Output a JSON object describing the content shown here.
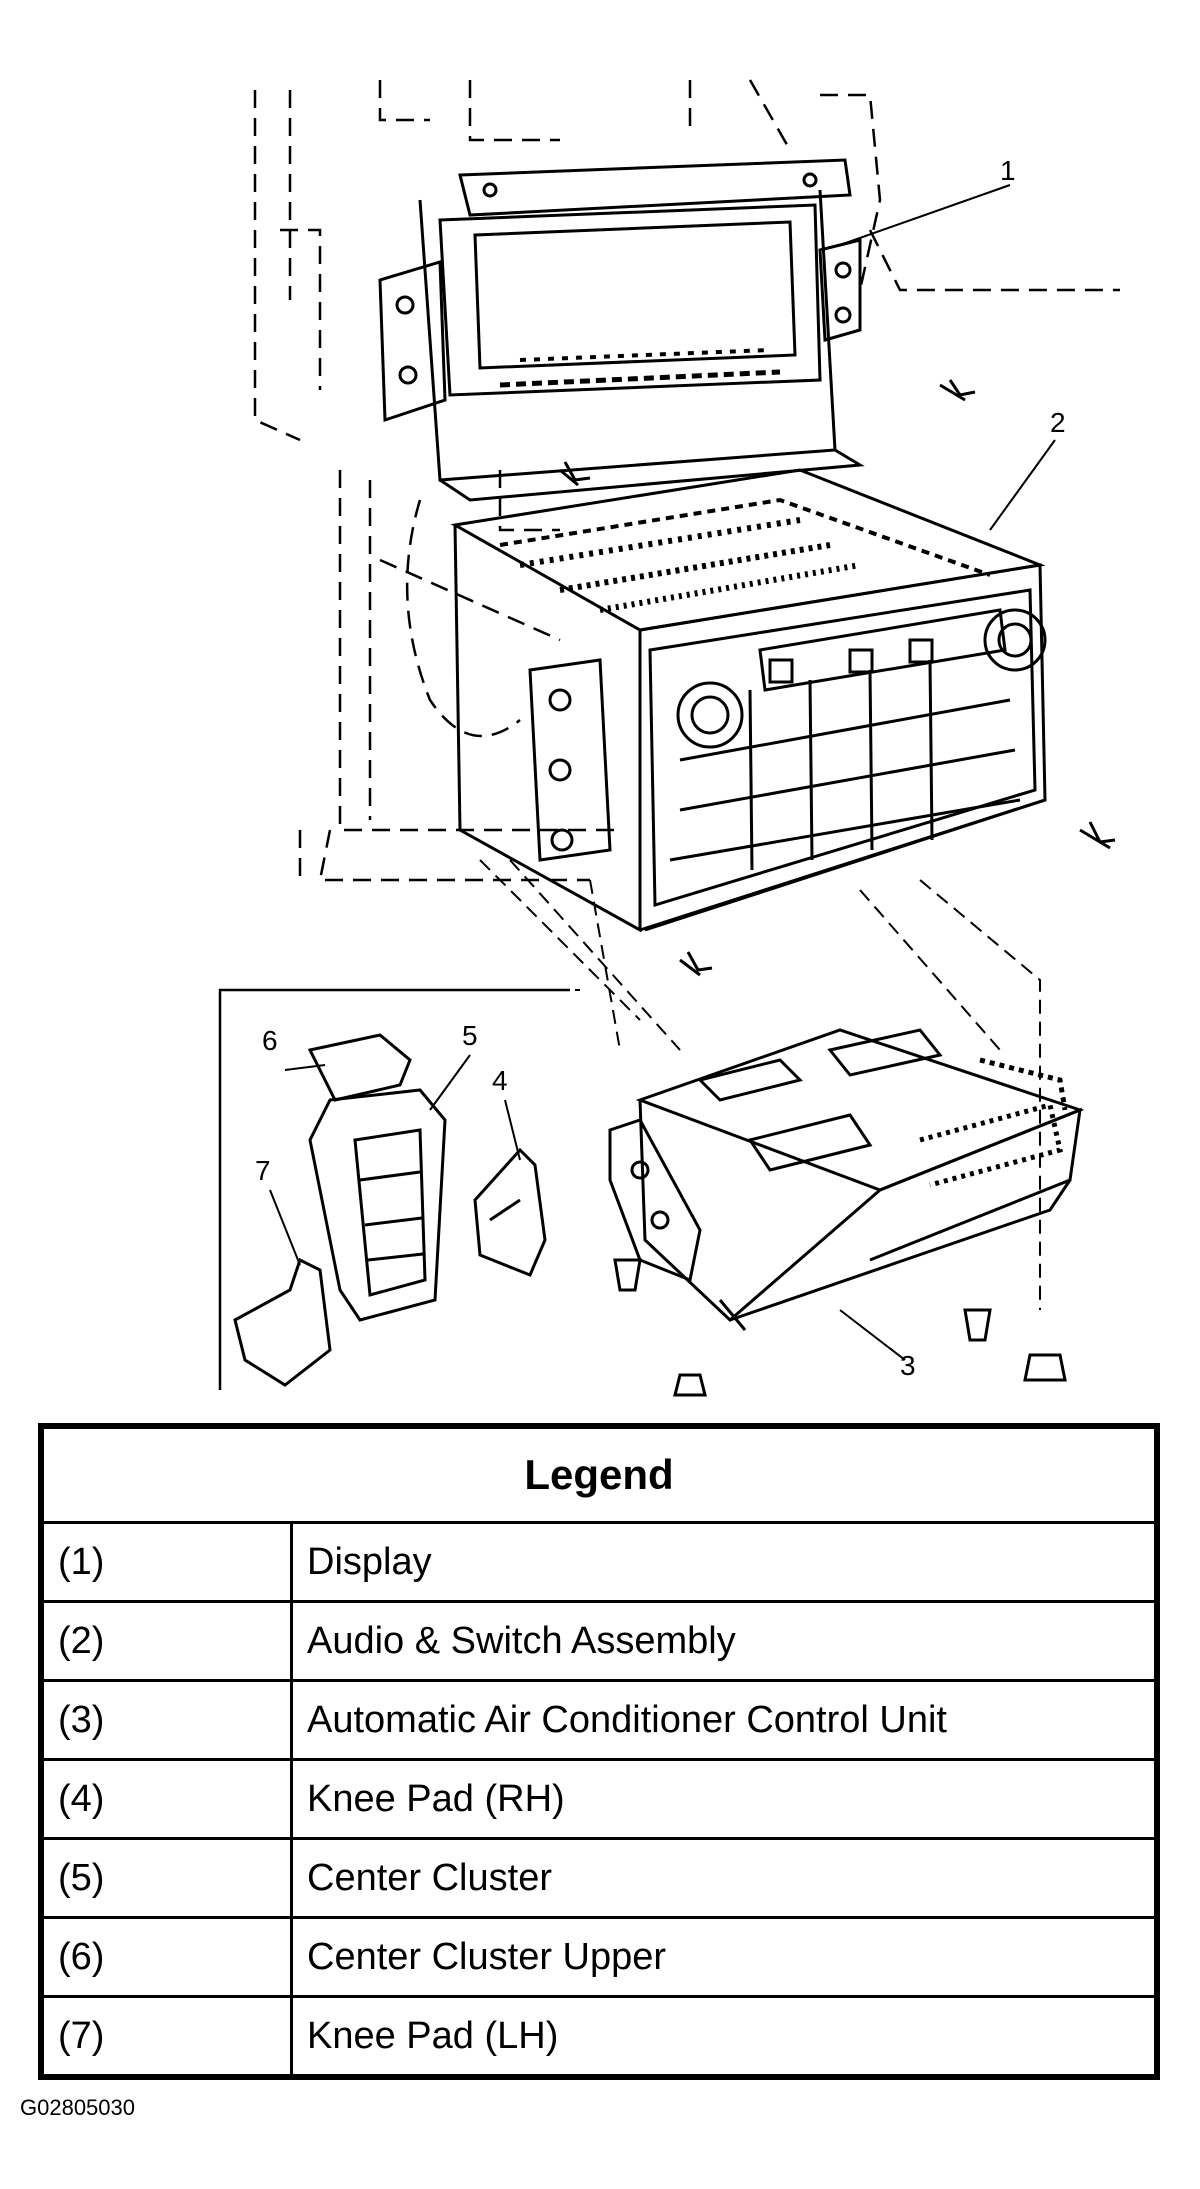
{
  "callouts": [
    "1",
    "2",
    "3",
    "4",
    "5",
    "6",
    "7"
  ],
  "legend": {
    "title": "Legend",
    "rows": [
      {
        "num": "(1)",
        "label": "Display"
      },
      {
        "num": "(2)",
        "label": "Audio & Switch Assembly"
      },
      {
        "num": "(3)",
        "label": "Automatic Air Conditioner Control Unit"
      },
      {
        "num": "(4)",
        "label": "Knee Pad (RH)"
      },
      {
        "num": "(5)",
        "label": "Center Cluster"
      },
      {
        "num": "(6)",
        "label": "Center Cluster Upper"
      },
      {
        "num": "(7)",
        "label": "Knee Pad (LH)"
      }
    ]
  },
  "figure_id": "G02805030"
}
